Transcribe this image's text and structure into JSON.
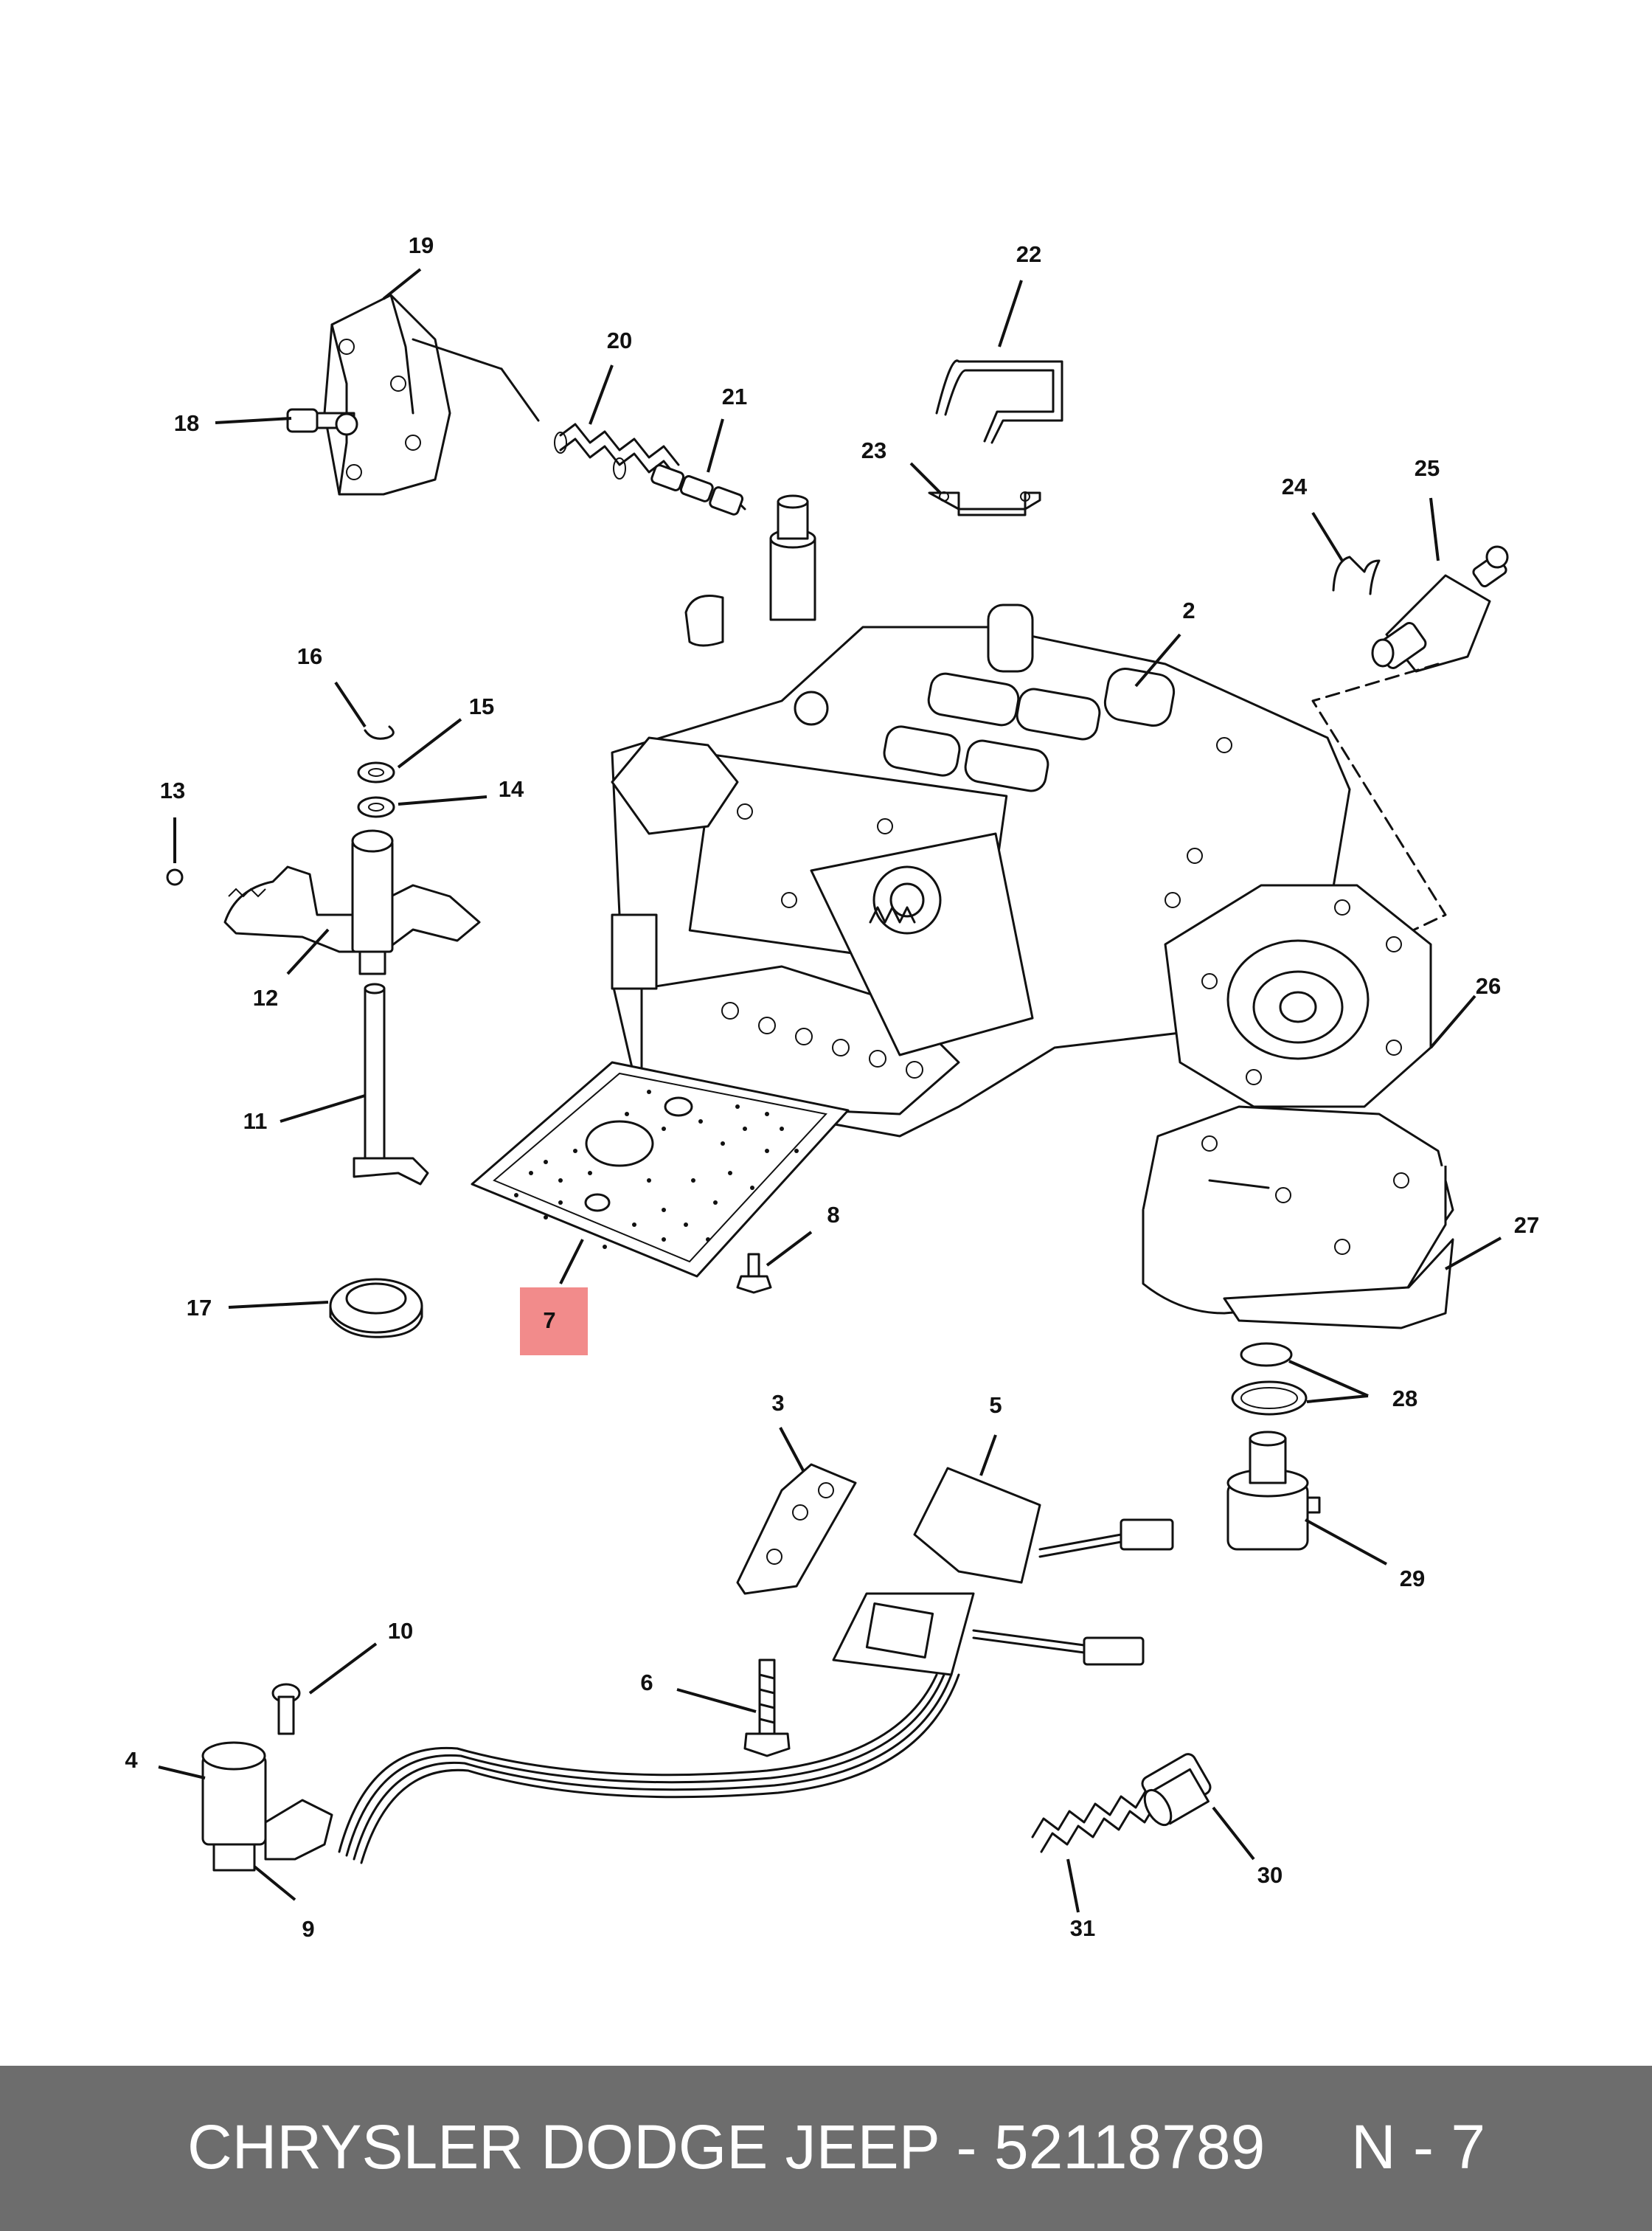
{
  "diagram": {
    "callouts": {
      "c2": "2",
      "c3": "3",
      "c4": "4",
      "c5": "5",
      "c6": "6",
      "c7": "7",
      "c8": "8",
      "c9": "9",
      "c10": "10",
      "c11": "11",
      "c12": "12",
      "c13": "13",
      "c14": "14",
      "c15": "15",
      "c16": "16",
      "c17": "17",
      "c18": "18",
      "c19": "19",
      "c20": "20",
      "c21": "21",
      "c22": "22",
      "c23": "23",
      "c24": "24",
      "c25": "25",
      "c26": "26",
      "c27": "27",
      "c28": "28",
      "c29": "29",
      "c30": "30",
      "c31": "31"
    },
    "highlighted_callout": "7",
    "highlight_color": "#f28b8b"
  },
  "footer": {
    "caption": "CHRYSLER DODGE JEEP - 52118789     N - 7",
    "background": "#6d6d6d",
    "text_color": "#ffffff"
  }
}
